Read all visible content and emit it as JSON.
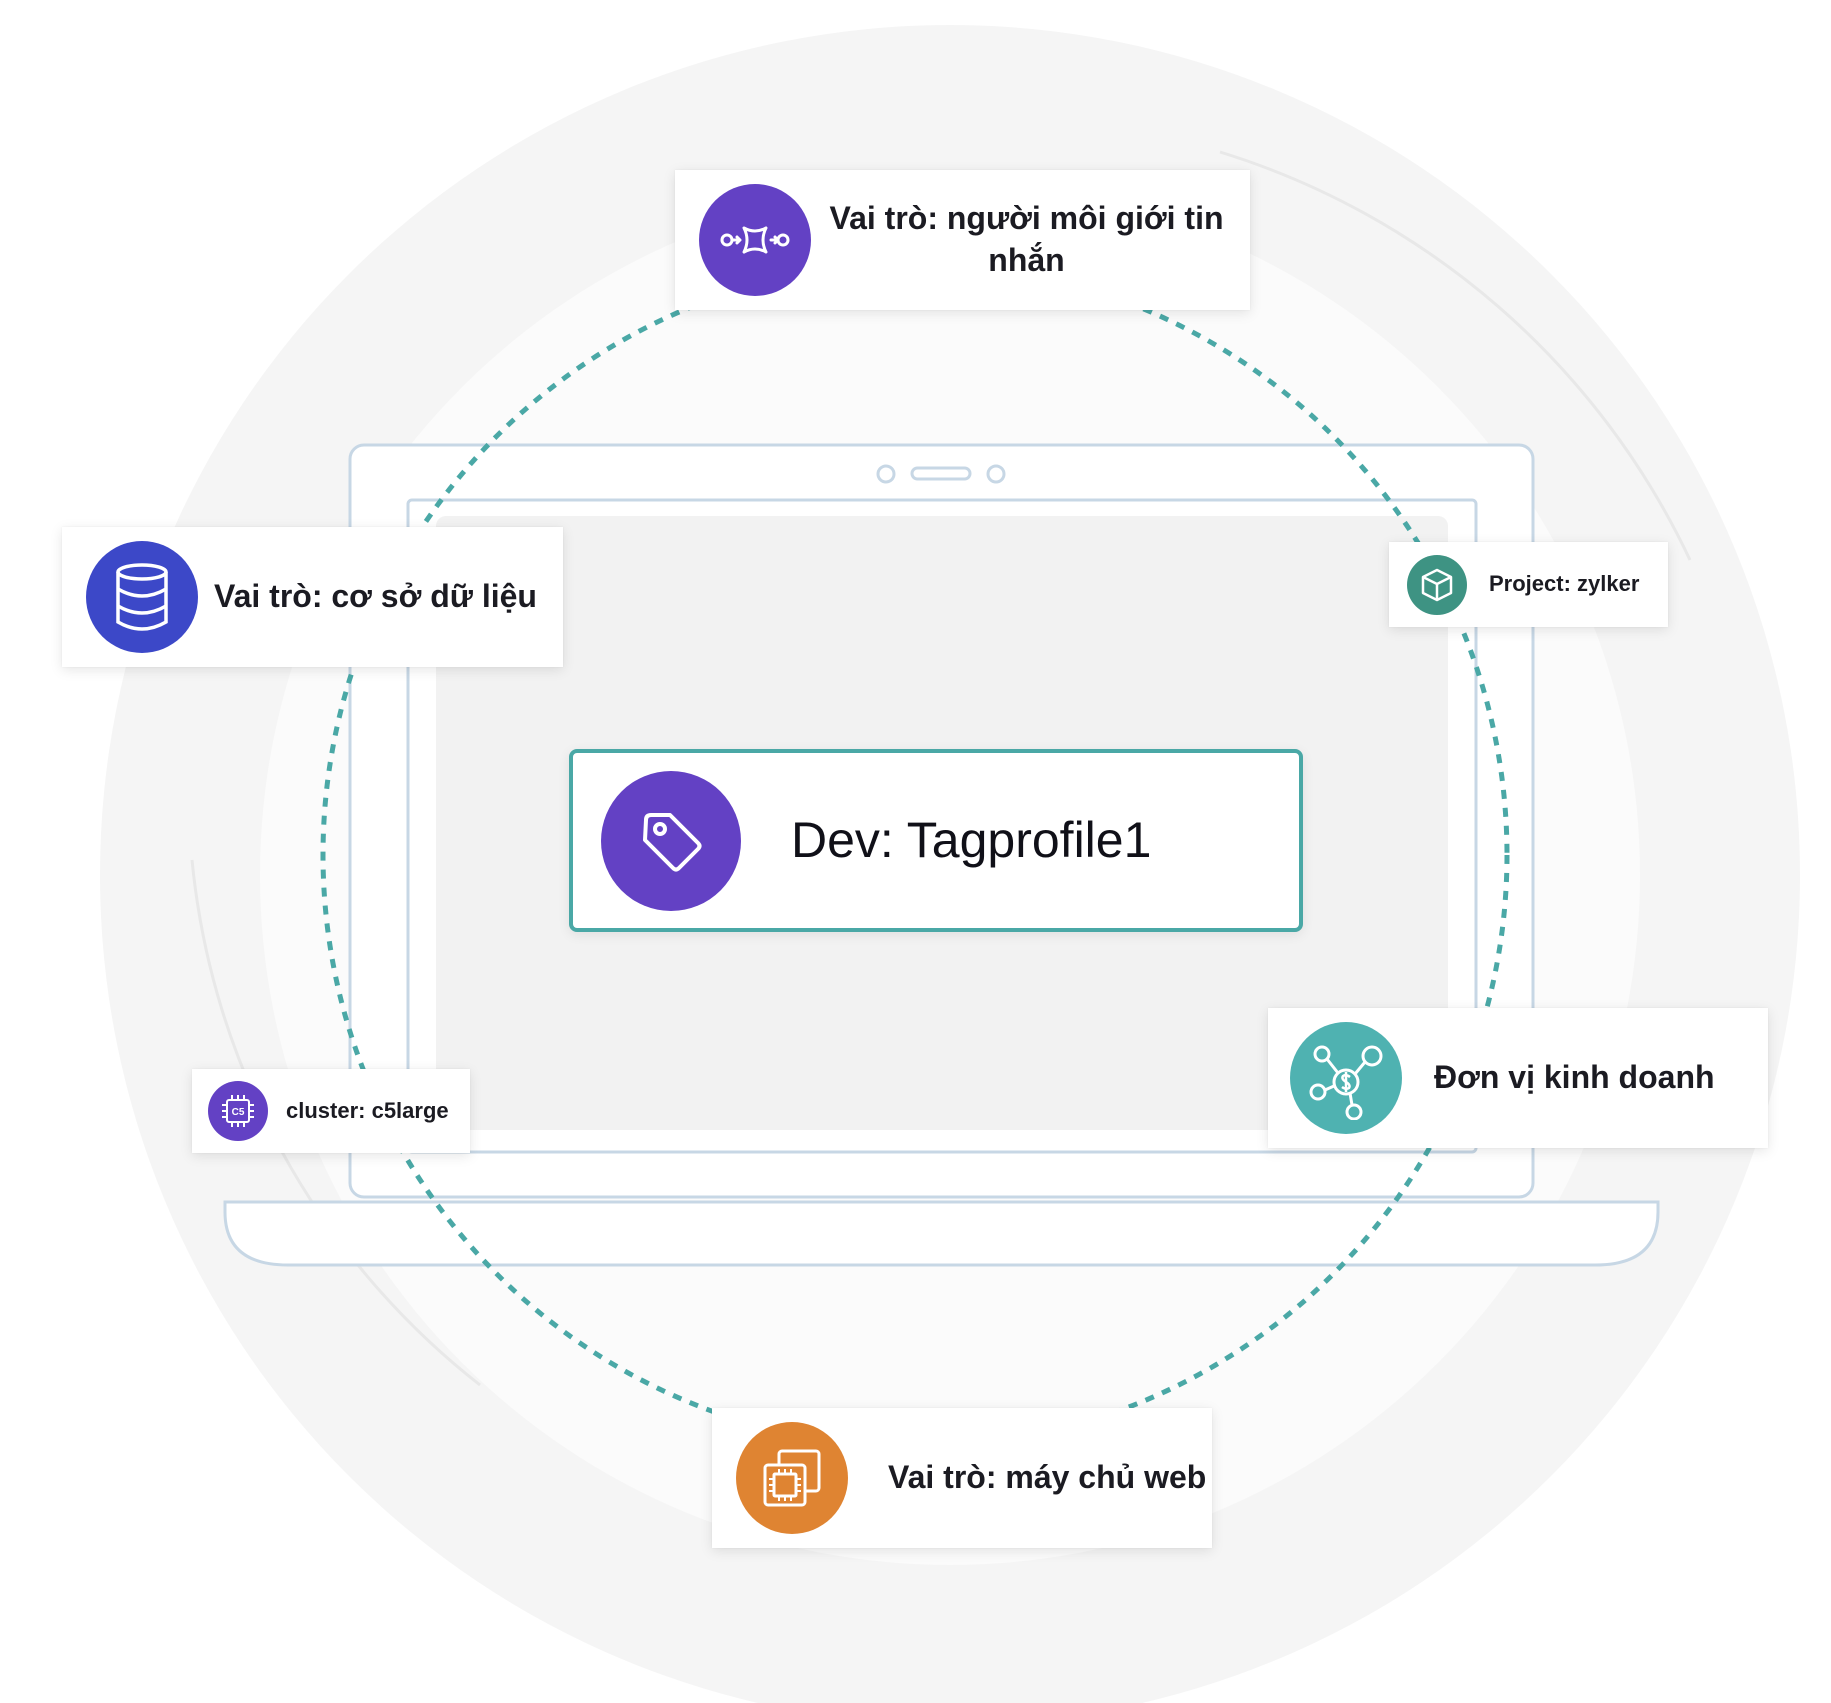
{
  "main_tag": {
    "label": "Dev: Tagprofile1",
    "icon": "tag-icon",
    "color": "#6341c4",
    "border_color": "#4aa8a6"
  },
  "tags": [
    {
      "id": "broker",
      "label": "Vai trò: người môi giới tin nhắn",
      "icon": "message-broker-icon",
      "color": "#6341c4"
    },
    {
      "id": "db",
      "label": "Vai trò: cơ sở dữ liệu",
      "icon": "database-icon",
      "color": "#3c48c8"
    },
    {
      "id": "project",
      "label": "Project: zylker",
      "icon": "cube-icon",
      "color": "#3e9383"
    },
    {
      "id": "cluster",
      "label": "cluster: c5large",
      "icon": "chip-icon",
      "color": "#6341c4",
      "icon_text": "C5"
    },
    {
      "id": "unit",
      "label": "Đơn vị kinh doanh",
      "icon": "business-unit-icon",
      "color": "#4fb2b1"
    },
    {
      "id": "web",
      "label": "Vai trò: máy chủ web",
      "icon": "web-server-icon",
      "color": "#df8432"
    }
  ],
  "colors": {
    "dashed_ring": "#4aa8a6",
    "laptop_outline": "#c7d7e5",
    "screen_fill": "#f2f2f2",
    "background_circle": "#f5f5f5"
  }
}
